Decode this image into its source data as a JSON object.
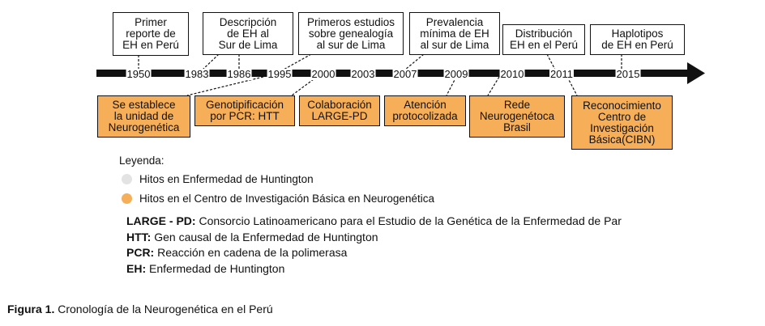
{
  "top_boxes": [
    {
      "text": "Primer\nreporte de\nEH en Perú"
    },
    {
      "text": "Descripción\nde EH al\nSur de Lima"
    },
    {
      "text": "Primeros estudios\nsobre genealogía\nal sur de Lima"
    },
    {
      "text": "Prevalencia\nmínima de EH\nal sur de Lima"
    },
    {
      "text": "Distribución\nEH en el Perú"
    },
    {
      "text": "Haplotipos\nde EH en Perú"
    }
  ],
  "years": [
    "1950",
    "1983",
    "1986",
    "1995",
    "2000",
    "2003",
    "2007",
    "2009",
    "2010",
    "2011",
    "2015"
  ],
  "bottom_boxes": [
    {
      "text": "Se establece\nla unidad de\nNeurogenética"
    },
    {
      "text": "Genotipificación\npor PCR: HTT"
    },
    {
      "text": "Colaboración\nLARGE-PD"
    },
    {
      "text": "Atención\nprotocolizada"
    },
    {
      "text": "Rede\nNeurogenétoca\nBrasil"
    },
    {
      "text": "Reconocimiento\nCentro de\nInvestigación\nBásica(CIBN)"
    }
  ],
  "legend": {
    "title": "Leyenda:",
    "items": [
      {
        "label": "Hitos en Enfermedad de Huntington",
        "color": "#e3e3e3"
      },
      {
        "label": "Hitos en el Centro de Investigación Básica en Neurogenética",
        "color": "#f6ae59"
      }
    ]
  },
  "abbreviations": [
    {
      "abbr": "LARGE - PD:",
      "definition": " Consorcio Latinoamericano para el Estudio de la Genética de la Enfermedad de Par"
    },
    {
      "abbr": "HTT:",
      "definition": " Gen causal de la Enfermedad de Huntington"
    },
    {
      "abbr": "PCR:",
      "definition": " Reacción en cadena de la polimerasa"
    },
    {
      "abbr": "EH:",
      "definition": " Enfermedad de Huntington"
    }
  ],
  "caption": {
    "label": "Figura 1.",
    "text": " Cronología de la Neurogenética en el Perú"
  },
  "colors": {
    "milestone_orange": "#f6ae59",
    "milestone_gray": "#e3e3e3",
    "line": "#111111"
  }
}
